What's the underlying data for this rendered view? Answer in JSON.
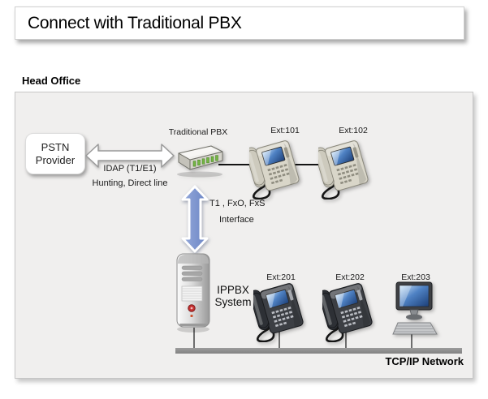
{
  "title": "Connect with Traditional PBX",
  "section": {
    "label": "Head Office"
  },
  "pstn_box": {
    "line1": "PSTN",
    "line2": "Provider"
  },
  "trunk": {
    "label": "IDAP (T1/E1)",
    "sublabel": "Hunting, Direct line"
  },
  "traditional_pbx": {
    "label": "Traditional PBX"
  },
  "analog_phones": [
    {
      "label": "Ext:101"
    },
    {
      "label": "Ext:102"
    }
  ],
  "interface_link": {
    "line1": "T1 , FxO, FxS",
    "line2": "Interface"
  },
  "ippbx": {
    "line1": "IPPBX",
    "line2": "System"
  },
  "ip_endpoints": [
    {
      "label": "Ext:201",
      "type": "ip-phone"
    },
    {
      "label": "Ext:202",
      "type": "ip-phone"
    },
    {
      "label": "Ext:203",
      "type": "computer"
    }
  ],
  "network": {
    "label": "TCP/IP Network"
  },
  "icons": {
    "desk_phone": "desk-phone-icon",
    "ip_phone": "ip-phone-icon",
    "computer": "computer-icon",
    "server_tower": "server-tower-icon",
    "pbx_switch": "pbx-switch-icon",
    "trunk_arrow": "double-arrow-horizontal-icon",
    "interface_arrow": "double-arrow-vertical-icon"
  },
  "colors": {
    "interface_arrow_blue": "#7e95cf",
    "panel_bg": "#f0efee",
    "network_bar_gray": "#8e8e8e",
    "pbx_port_green": "#76b843",
    "phone_screen_blue": "#3f72b8"
  }
}
